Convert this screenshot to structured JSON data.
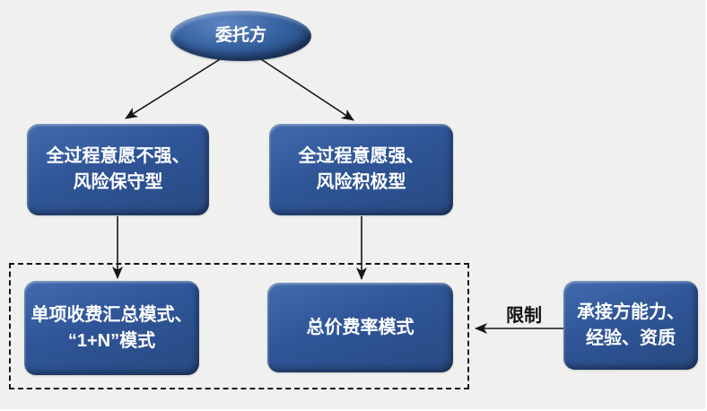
{
  "diagram": {
    "title_hint": "fee-mode decision flowchart",
    "background_color": "#f0f1ef",
    "node_color": "#2f5597",
    "node_text_color": "#ffffff",
    "arrow_color": "#151515",
    "nodes": {
      "client": {
        "label": "委托方",
        "shape": "ellipse"
      },
      "conservative": {
        "label": "全过程意愿不强、\n风险保守型",
        "shape": "rounded-rect"
      },
      "aggressive": {
        "label": "全过程意愿强、\n风险积极型",
        "shape": "rounded-rect"
      },
      "itemized": {
        "label": "单项收费汇总模式、\n“1+N”模式",
        "shape": "rounded-rect"
      },
      "lumpsum": {
        "label": "总价费率模式",
        "shape": "rounded-rect"
      },
      "contractor": {
        "label": "承接方能力、\n经验、资质",
        "shape": "rounded-rect"
      }
    },
    "edges": {
      "client_to_conservative": {
        "type": "arrow"
      },
      "client_to_aggressive": {
        "type": "arrow"
      },
      "conservative_to_itemized": {
        "type": "arrow"
      },
      "aggressive_to_lumpsum": {
        "type": "arrow"
      },
      "contractor_to_group": {
        "type": "arrow",
        "label": "限制"
      }
    },
    "group": {
      "style": "dashed-rectangle",
      "contains": [
        "itemized",
        "lumpsum"
      ]
    }
  }
}
